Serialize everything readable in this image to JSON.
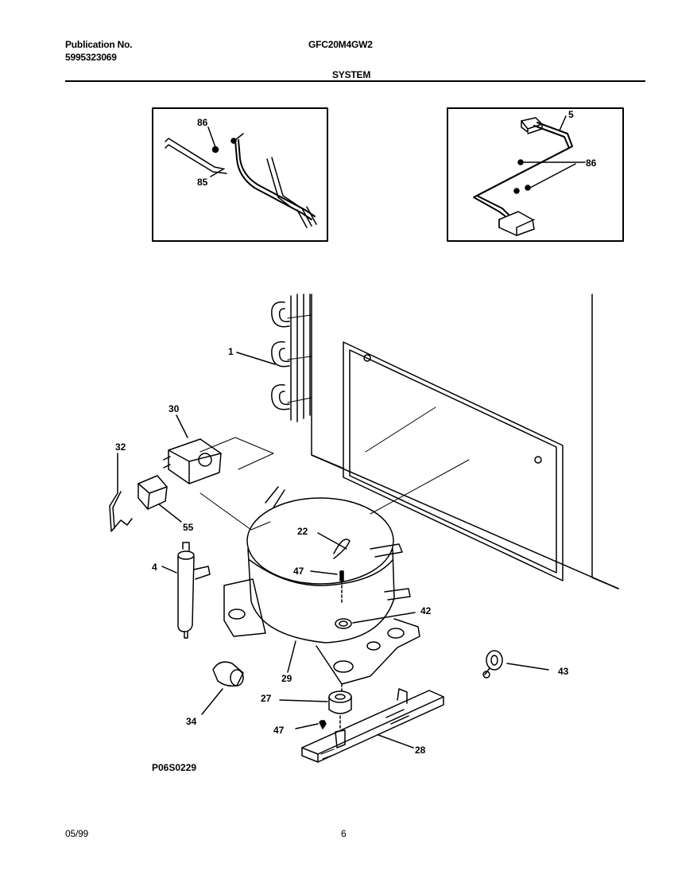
{
  "header": {
    "publication_label": "Publication No.",
    "publication_number": "5995323069",
    "model": "GFC20M4GW2",
    "section": "SYSTEM"
  },
  "footer": {
    "date": "05/99",
    "page": "6"
  },
  "diagram": {
    "drawing_code": "P06S0229",
    "callouts": {
      "c1": "1",
      "c4": "4",
      "c5": "5",
      "c22": "22",
      "c27": "27",
      "c28": "28",
      "c29": "29",
      "c30": "30",
      "c32": "32",
      "c34": "34",
      "c42": "42",
      "c43": "43",
      "c47a": "47",
      "c47b": "47",
      "c55": "55",
      "c85": "85",
      "c86a": "86",
      "c86b": "86"
    }
  }
}
